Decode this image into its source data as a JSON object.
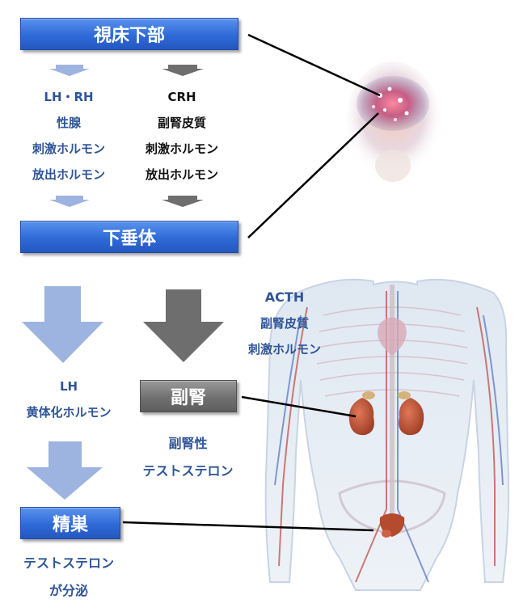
{
  "hypothalamus_box": "視床下部",
  "pituitary_box": "下垂体",
  "adrenal_box": "副腎",
  "testes_box": "精巣",
  "hypothalamus_hormones": {
    "left": [
      "LH・RH",
      "性腺",
      "刺激ホルモン",
      "放出ホルモン"
    ],
    "right": [
      "CRH",
      "副腎皮質",
      "刺激ホルモン",
      "放出ホルモン"
    ]
  },
  "acth_text": [
    "ACTH",
    "副腎皮質",
    "刺激ホルモン"
  ],
  "lh_text": [
    "LH",
    "黄体化ホルモン"
  ],
  "adrenal_output": [
    "副腎性",
    "テストステロン"
  ],
  "testes_output": [
    "テストステロン",
    "が分泌"
  ],
  "colors": {
    "box_blue": "#2f6ad8",
    "box_gray": "#707070",
    "text_blue": "#2f5597",
    "arrow_blue": "#9db3e0",
    "arrow_gray": "#6e6e6e"
  }
}
